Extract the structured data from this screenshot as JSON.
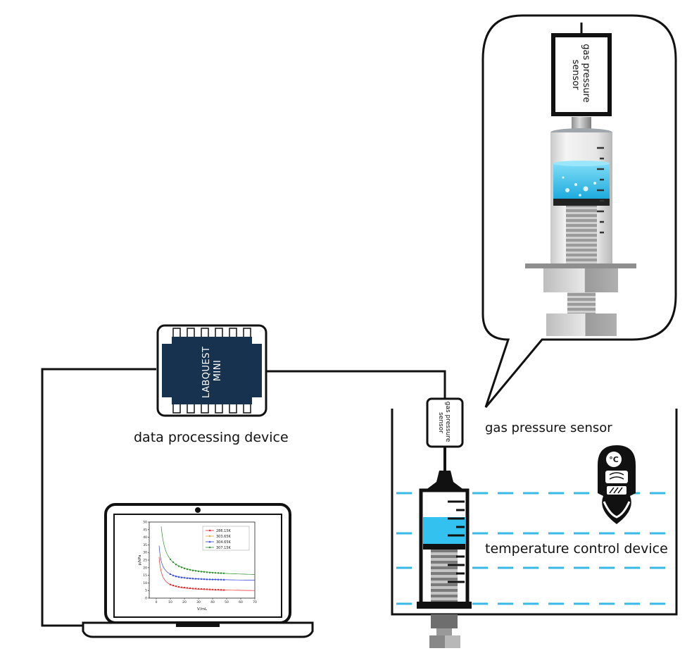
{
  "labels": {
    "device_name": "LABQUEST\nMINI",
    "device_caption": "data processing device",
    "sensor_zoom_text": "gas pressure\nsensor",
    "sensor_small_text": "gas pressure\nsensor",
    "sensor_caption": "gas pressure sensor",
    "temp_caption": "temperature control device",
    "thermo_unit": "°C"
  },
  "colors": {
    "device_body": "#16324f",
    "water": "#33c2ef",
    "dashes": "#39b9e6",
    "outline": "#111111"
  },
  "chart_data": {
    "type": "scatter",
    "title": "",
    "xlabel": "V/mL",
    "ylabel": "p/kPa",
    "xlim": [
      -5,
      70
    ],
    "ylim": [
      0,
      50
    ],
    "x_ticks": [
      0,
      10,
      20,
      30,
      40,
      50,
      60,
      70
    ],
    "y_ticks": [
      0,
      5,
      10,
      15,
      20,
      25,
      30,
      35,
      40,
      45,
      50
    ],
    "legend_position": "top-right",
    "series": [
      {
        "name": "286.15K",
        "color": "#e8262a",
        "marker": "circle",
        "x": [
          10,
          12,
          14,
          16,
          18,
          20,
          22,
          24,
          26,
          28,
          30,
          32,
          34,
          36,
          38,
          40,
          42,
          44,
          46,
          48
        ],
        "y": [
          8.9,
          8.3,
          7.8,
          7.4,
          7.1,
          6.9,
          6.7,
          6.5,
          6.3,
          6.2,
          6.1,
          6.0,
          5.9,
          5.8,
          5.7,
          5.6,
          5.5,
          5.5,
          5.4,
          5.3
        ]
      },
      {
        "name": "303.65K",
        "color": "#e8a33a",
        "marker": "circle",
        "x": [],
        "y": []
      },
      {
        "name": "304.65K",
        "color": "#2a3fd8",
        "marker": "triangle",
        "x": [
          10,
          12,
          14,
          16,
          18,
          20,
          22,
          24,
          26,
          28,
          30,
          32,
          34,
          36,
          38,
          40,
          42,
          44,
          46,
          48
        ],
        "y": [
          15.8,
          14.9,
          14.3,
          13.9,
          13.6,
          13.4,
          13.2,
          13.0,
          12.9,
          12.8,
          12.7,
          12.6,
          12.5,
          12.4,
          12.4,
          12.3,
          12.3,
          12.2,
          12.2,
          12.1
        ]
      },
      {
        "name": "307.15K",
        "color": "#2c8f2c",
        "marker": "circle",
        "x": [
          10,
          12,
          14,
          16,
          18,
          20,
          22,
          24,
          26,
          28,
          30,
          32,
          34,
          36,
          38,
          40,
          42,
          44,
          46,
          48
        ],
        "y": [
          25.5,
          23.6,
          22.1,
          21.0,
          20.2,
          19.5,
          19.0,
          18.6,
          18.2,
          17.9,
          17.6,
          17.4,
          17.2,
          17.0,
          16.8,
          16.7,
          16.6,
          16.5,
          16.4,
          16.3
        ]
      }
    ]
  }
}
